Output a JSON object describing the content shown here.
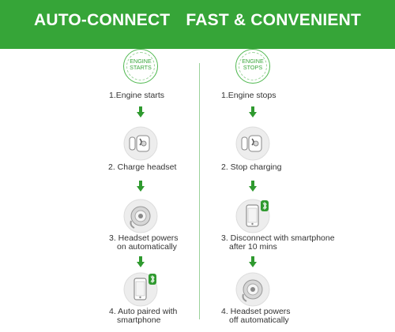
{
  "banner": {
    "title_left": "AUTO-CONNECT",
    "title_right": "FAST & CONVENIENT",
    "background": "#36a538"
  },
  "accent": "#36a538",
  "left": {
    "badge": {
      "line1": "ENGINE",
      "line2": "STARTS"
    },
    "steps": [
      {
        "line1": "1.Engine starts",
        "line2": "",
        "icon": "charger-headset-icon"
      },
      {
        "line1": "2. Charge headset",
        "line2": "",
        "icon": "charger-headset-icon"
      },
      {
        "line1": "3. Headset powers",
        "line2": "on automatically",
        "icon": "headset-icon"
      },
      {
        "line1": "4. Auto paired with",
        "line2": "smartphone",
        "icon": "smartphone-bluetooth-icon"
      }
    ]
  },
  "right": {
    "badge": {
      "line1": "ENGINE",
      "line2": "STOPS"
    },
    "steps": [
      {
        "line1": "1.Engine stops",
        "line2": "",
        "icon": "charger-headset-icon"
      },
      {
        "line1": "2. Stop charging",
        "line2": "",
        "icon": "charger-headset-icon"
      },
      {
        "line1": "3. Disconnect with smartphone",
        "line2": "after 10 mins",
        "icon": "smartphone-bluetooth-icon"
      },
      {
        "line1": "4. Headset powers",
        "line2": "off automatically",
        "icon": "headset-icon"
      }
    ]
  }
}
